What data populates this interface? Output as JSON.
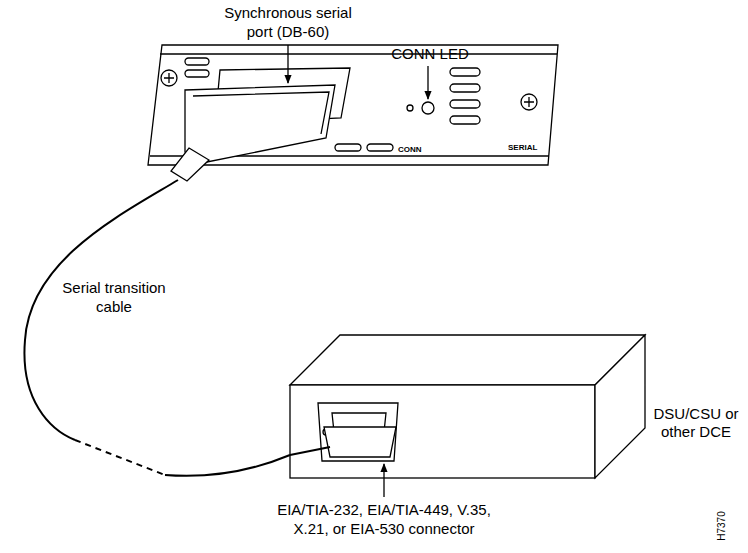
{
  "diagram": {
    "nodes": [
      {
        "text": [
          "CONN",
          "SERIAL"
        ]
      },
      {
        "text": [
          "DSU/CSU or other DCE"
        ]
      }
    ],
    "edges": [
      {
        "from": 0,
        "to": 1,
        "arrow": "none",
        "label": "Serial transition cable"
      }
    ],
    "labels": [
      "Synchronous serial port (DB-60)",
      "CONN LED",
      "EIA/TIA-232, EIA/TIA-449, V.35, X.21, or EIA-530 connector",
      "H7370"
    ]
  }
}
